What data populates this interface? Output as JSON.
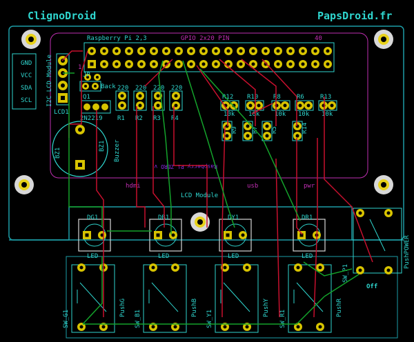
{
  "colors": {
    "board_edge": "#1d9ea7",
    "silk": "#2fd6cf",
    "top_trace": "#c8102e",
    "bottom_trace": "#14a32b",
    "pad": "#d8c400",
    "courtyard": "#c12fb3",
    "mounting": "#d8d8d8"
  },
  "header": {
    "left_title": "ClignoDroid",
    "right_title": "PapsDroid.fr"
  },
  "rpi": {
    "title": "Raspberry Pi 2,3",
    "gpio": "GPIO 2x20 PIN",
    "pin1": "1",
    "pin40": "40",
    "footprint": "Raspberry Pi ZERO v",
    "hdmi": "hdmi",
    "usb": "usb",
    "pwr": "pwr"
  },
  "lcd": {
    "labels": [
      "GND",
      "VCC",
      "SDA",
      "SCL"
    ],
    "module_vertical": "I2C LCD Module",
    "ref": "LCD1",
    "module": "LCD Module"
  },
  "parts": {
    "q1": "Q1",
    "q1_value": "2N2219",
    "bz": "BZ1",
    "buzzer": "Buzzer",
    "bz_ref": "BZ1",
    "pin1": "1",
    "pin2": "2",
    "jp": "JP",
    "js": "JS",
    "back": "Back",
    "r_top": [
      "220",
      "220",
      "220",
      "220"
    ],
    "r_bot": [
      "R1",
      "R2",
      "R3",
      "R4"
    ],
    "r_mid": [
      "R1",
      "R2",
      "R3",
      "R4"
    ],
    "right_row1": [
      "R12",
      "R10",
      "R8",
      "R6",
      "R13"
    ],
    "right_row2": [
      "R9",
      "R7",
      "R5",
      "R14"
    ],
    "r_values": [
      "10k",
      "10k",
      "10k",
      "10k",
      "10k"
    ],
    "leds": [
      "DG1",
      "DB1",
      "DY1",
      "DR1"
    ],
    "led_label": "LED",
    "pushes": [
      "PushG",
      "PushB",
      "PushY",
      "PushR"
    ],
    "switches": [
      "SW_G1",
      "SW_B1",
      "SW_Y1",
      "SW_R1"
    ],
    "sw_p1": "SW_P1",
    "push_power": "PushPOWER",
    "off": "Off"
  }
}
